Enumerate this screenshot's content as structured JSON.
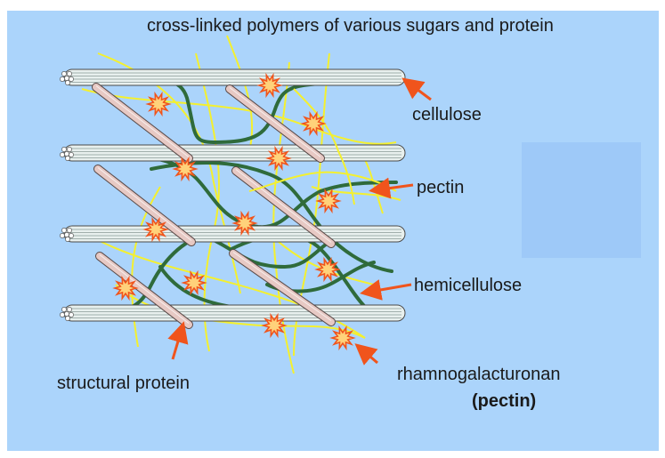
{
  "title": "cross-linked polymers of various sugars and protein",
  "labels": {
    "cellulose": "cellulose",
    "pectin": "pectin",
    "hemicellulose": "hemicellulose",
    "structural_protein": "structural protein",
    "rhamnogalacturonan": "rhamnogalacturonan",
    "rhamnogalacturonan_sub": "(pectin)"
  },
  "colors": {
    "background": "#abd4fb",
    "cellulose_fiber": "#e8f0ee",
    "cellulose_outline": "#4a4a4a",
    "hemicellulose": "#2f6b3b",
    "pectin": "#f4f02e",
    "structural_protein": "#e7c9c4",
    "crosslink_fill": "#ffd27a",
    "crosslink_stroke": "#f0541c",
    "arrow": "#f0541c"
  },
  "icons": {
    "crosslink": "starburst-icon",
    "arrow": "arrow-icon"
  }
}
